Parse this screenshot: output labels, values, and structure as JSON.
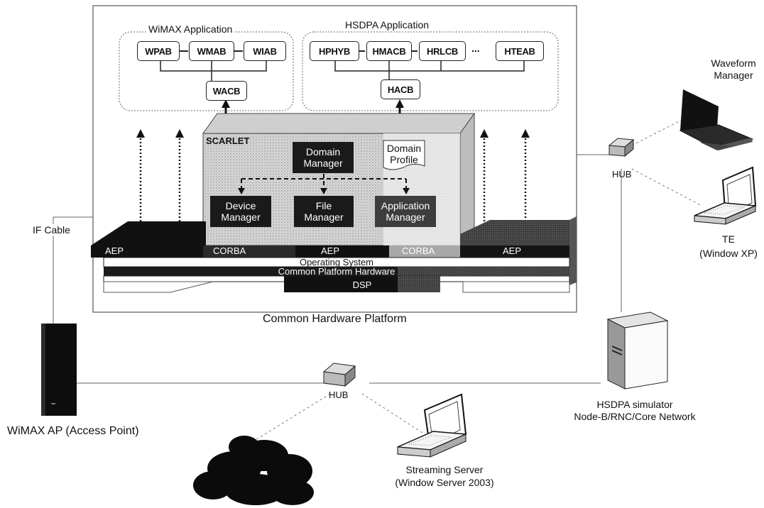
{
  "apps": {
    "wimax_title": "WiMAX Application",
    "hsdpa_title": "HSDPA Application",
    "wimax_components": [
      "WPAB",
      "WMAB",
      "WIAB"
    ],
    "wimax_controller": "WACB",
    "hsdpa_components": [
      "HPHYB",
      "HMACB",
      "HRLCB",
      "HTEAB"
    ],
    "hsdpa_ellipsis": "...",
    "hsdpa_controller": "HACB"
  },
  "scarlet": {
    "title": "SCARLET",
    "domain_manager": [
      "Domain",
      "Manager"
    ],
    "domain_profile": [
      "Domain",
      "Profile"
    ],
    "device_manager": [
      "Device",
      "Manager"
    ],
    "file_manager": [
      "File",
      "Manager"
    ],
    "application_manager": [
      "Application",
      "Manager"
    ]
  },
  "layers": {
    "aep_left": "AEP",
    "corba_left": "CORBA",
    "aep_mid": "AEP",
    "corba_right": "CORBA",
    "aep_right": "AEP",
    "os": "Operating System",
    "hw": "Common Platform Hardware",
    "dsp": "DSP"
  },
  "platform_label": "Common Hardware Platform",
  "if_cable": "IF Cable",
  "wimax_ap": "WiMAX AP (Access Point)",
  "hub_right": "HUB",
  "hub_bottom": "HUB",
  "waveform_manager": [
    "Waveform",
    "Manager"
  ],
  "te": [
    "TE",
    "(Window XP)"
  ],
  "hsdpa_sim": [
    "HSDPA simulator",
    "Node-B/RNC/Core Network"
  ],
  "streaming": [
    "Streaming Server",
    "(Window Server 2003)"
  ]
}
